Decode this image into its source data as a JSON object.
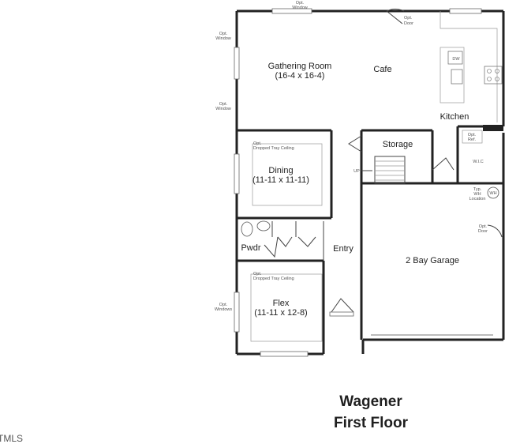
{
  "plan": {
    "title_line1": "Wagener",
    "title_line2": "First Floor",
    "watermark": "TMLS"
  },
  "rooms": {
    "gathering_name": "Gathering Room",
    "gathering_dims": "(16-4 x 16-4)",
    "cafe": "Cafe",
    "kitchen": "Kitchen",
    "storage": "Storage",
    "dining_name": "Dining",
    "dining_dims": "(11-11 x 11-11)",
    "pwdr": "Pwdr",
    "entry": "Entry",
    "flex_name": "Flex",
    "flex_dims": "(11-11 x 12-8)",
    "garage": "2 Bay Garage"
  },
  "notes": {
    "opt": "Opt.",
    "window": "Window",
    "windows": "Windows",
    "door": "Door",
    "dropped_tray": "Dropped Tray Ceiling",
    "dw": "DW",
    "ref": "Ref.",
    "wic": "W.I.C",
    "typ": "Typ.",
    "wh": "WH",
    "location": "Location",
    "up": "UP"
  }
}
